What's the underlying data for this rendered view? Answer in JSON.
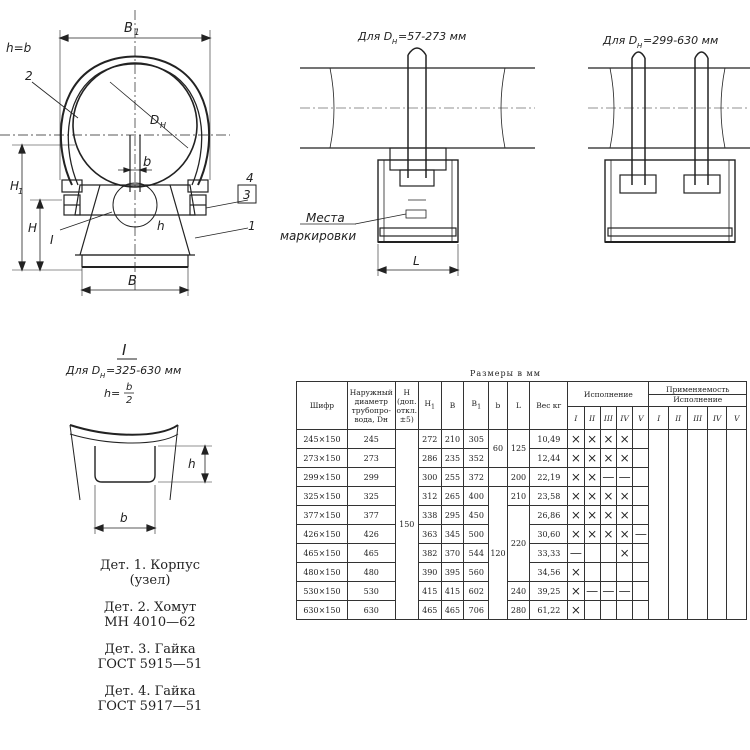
{
  "main_view": {
    "label_h_eq_b": "h=b",
    "label_B1": "B",
    "label_B1_sub": "1",
    "label_Dn": "D",
    "label_Dn_sub": "H",
    "label_H1": "H",
    "label_H1_sub": "1",
    "label_H": "H",
    "label_h": "h",
    "label_b": "b",
    "label_B": "B",
    "callout_1": "1",
    "callout_2": "2",
    "callout_3": "3",
    "callout_4": "4",
    "callout_I": "I"
  },
  "side_view_1": {
    "caption": "Для D",
    "caption_sub": "H",
    "caption_range": "=57-273 мм",
    "label_marking": "Места",
    "label_marking2": "маркировки",
    "label_L": "L"
  },
  "side_view_2": {
    "caption": "Для D",
    "caption_sub": "H",
    "caption_range": "=299-630 мм"
  },
  "detail_view": {
    "title": "I",
    "caption": "Для D",
    "caption_sub": "H",
    "caption_range": "=325-630 мм",
    "formula_lhs": "h=",
    "formula_num": "b",
    "formula_den": "2",
    "label_h": "h",
    "label_b": "b"
  },
  "parts": [
    {
      "line1": "Дет. 1. Корпус",
      "line2": "(узел)"
    },
    {
      "line1": "Дет. 2. Хомут",
      "line2": "МН 4010—62"
    },
    {
      "line1": "Дет. 3. Гайка",
      "line2": "ГОСТ 5915—51"
    },
    {
      "line1": "Дет. 4. Гайка",
      "line2": "ГОСТ 5917—51"
    }
  ],
  "table": {
    "caption": "Размеры в мм",
    "headers": {
      "shifr": "Шифр",
      "dn": "Наружный диаметр трубопро-вода, Dн",
      "H": "H (доп. откл. ±5)",
      "H1": "H",
      "H1_sub": "1",
      "B": "B",
      "B1": "B",
      "B1_sub": "1",
      "b": "b",
      "L": "L",
      "ves": "Вес кг",
      "ispolnenie": "Исполнение",
      "primenyaemost": "Применяемость",
      "ispolnenie2": "Исполнение"
    },
    "roman": [
      "I",
      "II",
      "III",
      "IV",
      "V"
    ],
    "H_common": "150",
    "b_values": [
      "60",
      "120"
    ],
    "L_values": [
      "125",
      "200",
      "210",
      "220",
      "240",
      "280"
    ],
    "rows": [
      {
        "shifr": "245×150",
        "dn": "245",
        "h1": "272",
        "b": "210",
        "b1": "305",
        "w": "10,49",
        "isp": [
          "×",
          "×",
          "×",
          "×",
          ""
        ]
      },
      {
        "shifr": "273×150",
        "dn": "273",
        "h1": "286",
        "b": "235",
        "b1": "352",
        "w": "12,44",
        "isp": [
          "×",
          "×",
          "×",
          "×",
          ""
        ]
      },
      {
        "shifr": "299×150",
        "dn": "299",
        "h1": "300",
        "b": "255",
        "b1": "372",
        "w": "22,19",
        "isp": [
          "×",
          "×",
          "—",
          "—",
          ""
        ]
      },
      {
        "shifr": "325×150",
        "dn": "325",
        "h1": "312",
        "b": "265",
        "b1": "400",
        "w": "23,58",
        "isp": [
          "×",
          "×",
          "×",
          "×",
          ""
        ]
      },
      {
        "shifr": "377×150",
        "dn": "377",
        "h1": "338",
        "b": "295",
        "b1": "450",
        "w": "26,86",
        "isp": [
          "×",
          "×",
          "×",
          "×",
          ""
        ]
      },
      {
        "shifr": "426×150",
        "dn": "426",
        "h1": "363",
        "b": "345",
        "b1": "500",
        "w": "30,60",
        "isp": [
          "×",
          "×",
          "×",
          "×",
          ""
        ]
      },
      {
        "shifr": "465×150",
        "dn": "465",
        "h1": "382",
        "b": "370",
        "b1": "544",
        "w": "33,33",
        "isp": [
          "—",
          "",
          "",
          "×",
          ""
        ]
      },
      {
        "shifr": "480×150",
        "dn": "480",
        "h1": "390",
        "b": "395",
        "b1": "560",
        "w": "34,56",
        "isp": [
          "×",
          "",
          "",
          "",
          ""
        ]
      },
      {
        "shifr": "530×150",
        "dn": "530",
        "h1": "415",
        "b": "415",
        "b1": "602",
        "w": "39,25",
        "isp": [
          "×",
          "—",
          "—",
          "—",
          ""
        ]
      },
      {
        "shifr": "630×150",
        "dn": "630",
        "h1": "465",
        "b": "465",
        "b1": "706",
        "w": "61,22",
        "isp": [
          "×",
          "",
          "",
          "",
          ""
        ]
      }
    ],
    "dash_v": "—"
  }
}
